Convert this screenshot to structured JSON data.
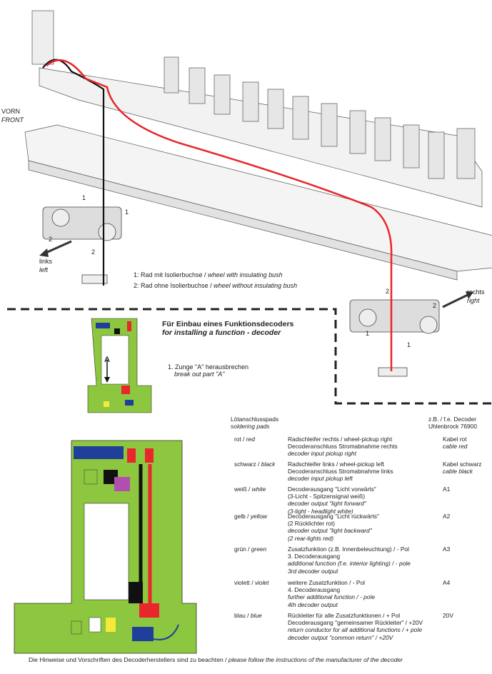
{
  "labels": {
    "front_de": "VORN",
    "front_en": "FRONT",
    "left_de": "links",
    "left_en": "left",
    "right_de": "rechts",
    "right_en": "right",
    "wheel_1": "1",
    "wheel_2": "2",
    "part_a": "A"
  },
  "legend": [
    {
      "de": "1:  Rad mit Isolierbuchse / ",
      "en": "wheel with insulating bush"
    },
    {
      "de": "2:  Rad ohne Isolierbuchse / ",
      "en": "wheel without insulating bush"
    }
  ],
  "section": {
    "title_de": "Für Einbau eines Funktionsdecoders",
    "title_en": "for installing a function - decoder",
    "step_de": "1. Zunge \"A\" herausbrechen",
    "step_en": "break out part \"A\""
  },
  "table": {
    "pads_de": "Lötanschlusspads",
    "pads_en": "soldering pads",
    "decoder_de": "z.B. / f.e. Decoder",
    "decoder_model": "Uhlenbrock 76900",
    "rows": [
      {
        "color_de": "rot / ",
        "color_en": "red",
        "lines": [
          "Radschleifer rechts / wheel-pickup right",
          "Decoderanschluss Stromabnahme rechts",
          "decoder input pickup right"
        ],
        "out1": "Kabel rot",
        "out2": "cable red"
      },
      {
        "color_de": "schwarz / ",
        "color_en": "black",
        "lines": [
          "Radschleifer links / wheel-pickup left",
          "Decoderanschluss Stromabnahme links",
          "decoder input pickup left"
        ],
        "out1": "Kabel schwarz",
        "out2": "cable black"
      },
      {
        "color_de": "weiß / ",
        "color_en": "white",
        "lines": [
          "Decoderausgang \"Licht vorwärts\"",
          "(3-Licht - Spitzensignal weiß)",
          "decoder output \"light forward\"",
          "(3-light - headlight white)"
        ],
        "out1": "A1",
        "out2": ""
      },
      {
        "color_de": "gelb / ",
        "color_en": "yellow",
        "lines": [
          "Decoderausgang \"Licht rückwärts\"",
          "(2 Rücklichter rot)",
          "decoder output \"light backward\"",
          "(2 rear-lights red)"
        ],
        "out1": "A2",
        "out2": ""
      },
      {
        "color_de": "grün / ",
        "color_en": "green",
        "lines": [
          "Zusatzfunktion (z.B. Innenbeleuchtung) / - Pol",
          "3. Decoderausgang",
          "additional function (f.e. interior lighting) / - pole",
          "3rd decoder output"
        ],
        "out1": "A3",
        "out2": ""
      },
      {
        "color_de": "violett / ",
        "color_en": "violet",
        "lines": [
          "weitere Zusatzfunktion / - Pol",
          "4. Decoderausgang",
          "further additional function / - pole",
          "4th decoder output"
        ],
        "out1": "A4",
        "out2": ""
      },
      {
        "color_de": "blau / ",
        "color_en": "blue",
        "lines": [
          "Rückleiter für alle Zusatzfunktionen / + Pol",
          "Decoderausgang \"gemeinsamer Rückleiter\" / +20V",
          "return conductor for all additional functions / + pole",
          "decoder output \"common return\" / +20V"
        ],
        "out1": "20V",
        "out2": ""
      }
    ]
  },
  "footer": {
    "de": "Die Hinweise und Vorschriften des Decoderherstellers sind zu beachten / ",
    "en": "please follow the instructions of the manufacturer of the decoder"
  },
  "colors": {
    "red": "#e8262b",
    "black": "#111111",
    "green": "#8dc63f",
    "blue": "#1f3f9a",
    "violet": "#b04fb0",
    "yellow": "#f5e93a"
  }
}
